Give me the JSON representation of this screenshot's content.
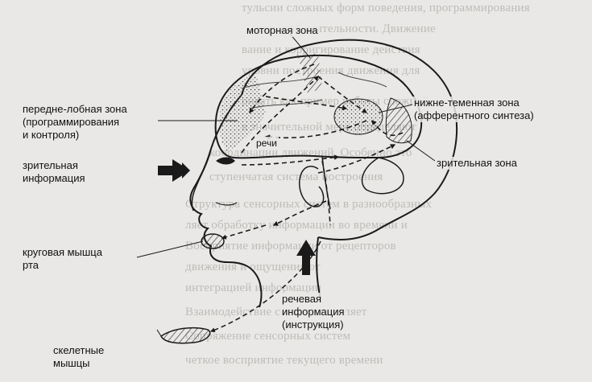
{
  "labels": {
    "motor_zone": "моторная зона",
    "frontal_zone": [
      "передне-лобная зона",
      "(программирования",
      "и контроля)"
    ],
    "visual_info": [
      "зрительная",
      "информация"
    ],
    "parietal_zone": [
      "нижне-теменная зона",
      "(афферентного синтеза)"
    ],
    "visual_zone": "зрительная зона",
    "speech_small": "речи",
    "mouth_muscle": [
      "круговая мышца",
      "рта"
    ],
    "speech_info": [
      "речевая",
      "информация",
      "(инструкция)"
    ],
    "skeletal_muscles": [
      "скелетные",
      "мышцы"
    ]
  },
  "colors": {
    "ink": "#1a1a1a",
    "paper": "#e9e8e6",
    "ghost_text": "#bdbcb8"
  }
}
